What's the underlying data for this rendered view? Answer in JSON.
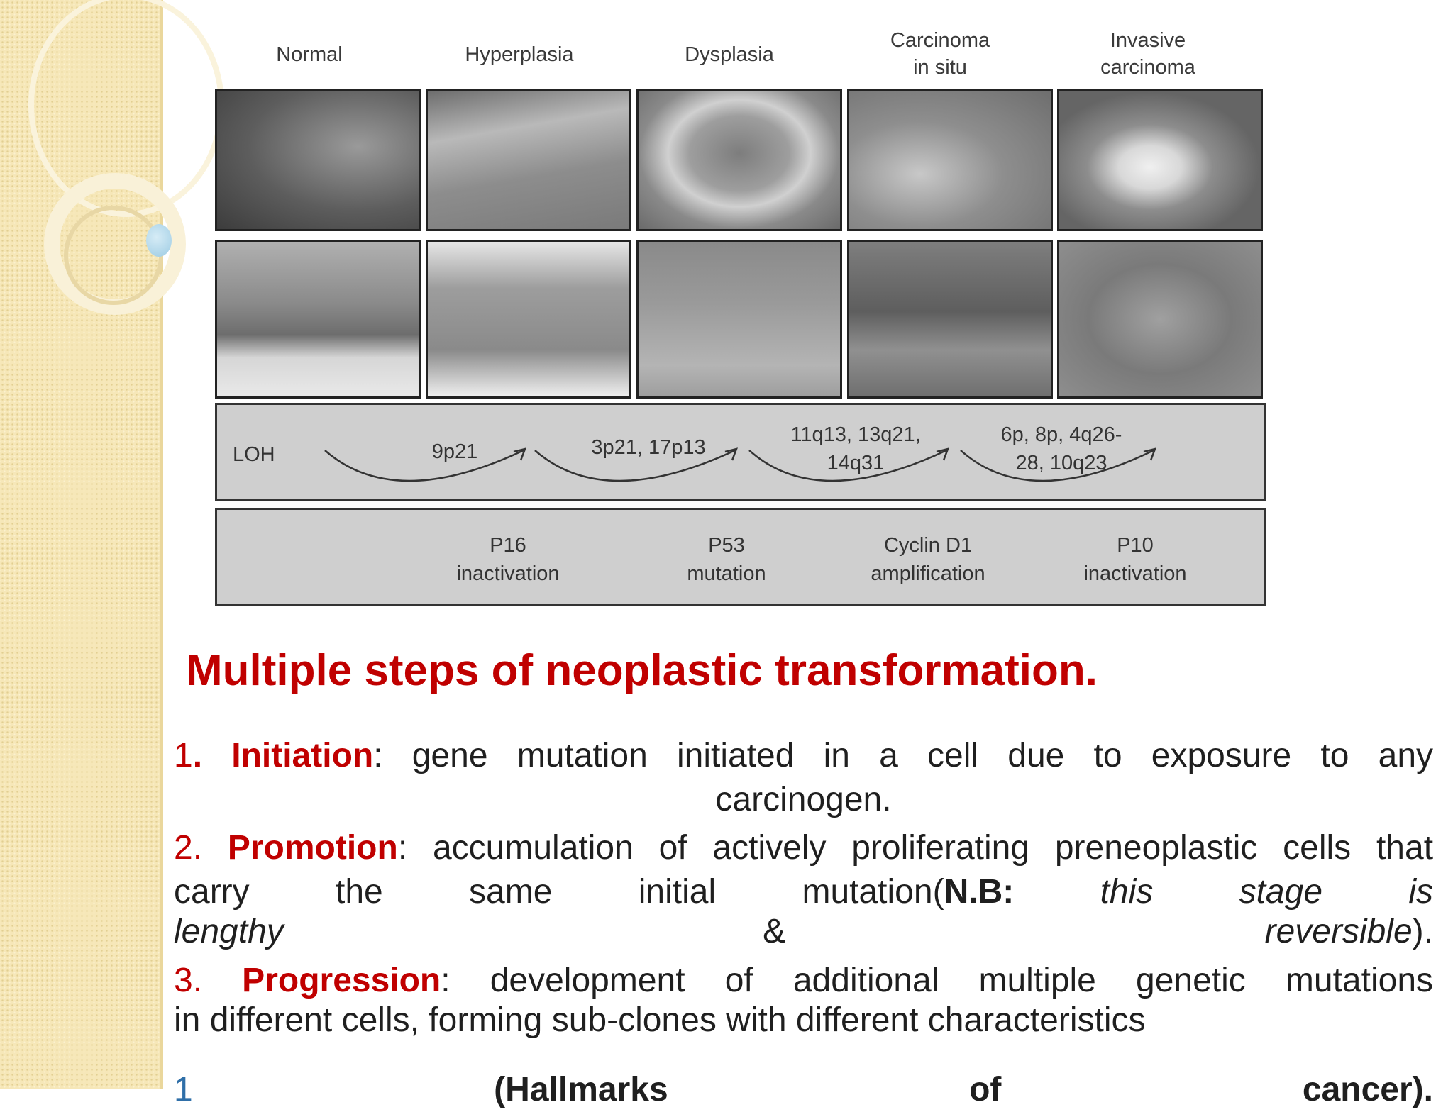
{
  "figure": {
    "column_labels": [
      "Normal",
      "Hyperplasia",
      "Dysplasia",
      "Carcinoma\nin situ",
      "Invasive\ncarcinoma"
    ],
    "loh": {
      "label": "LOH",
      "regions": [
        "9p21",
        "3p21, 17p13",
        "11q13, 13q21,\n14q31",
        "6p, 8p, 4q26-\n28, 10q23"
      ]
    },
    "genes": [
      {
        "name": "P16",
        "event": "inactivation"
      },
      {
        "name": "P53",
        "event": "mutation"
      },
      {
        "name": "Cyclin D1",
        "event": "amplification"
      },
      {
        "name": "P10",
        "event": "inactivation"
      }
    ]
  },
  "title": "Multiple steps of neoplastic transformation.",
  "steps": [
    {
      "number": "1",
      "term": "Initiation",
      "text_line1": "gene mutation initiated in a cell due to exposure to any",
      "text_line2": "carcinogen."
    },
    {
      "number": "2",
      "term": "Promotion",
      "text_line1": "accumulation of actively proliferating preneoplastic cells that",
      "text_line2": "carry the same initial mutation(",
      "nb_label": "N.B:",
      "nb_text_part1": "this stage is",
      "nb_text_part2": "lengthy",
      "nb_amp": "&",
      "nb_text_part3": "reversible",
      "closing": ")."
    },
    {
      "number": "3",
      "term": "Progression",
      "text_line1": "development of additional multiple genetic mutations",
      "text_line2": "in different cells, forming sub-clones with different characteristics"
    }
  ],
  "bottom_partial": {
    "bullet": "1",
    "left": "(Hallmarks",
    "middle": "of",
    "right": "cancer)."
  }
}
